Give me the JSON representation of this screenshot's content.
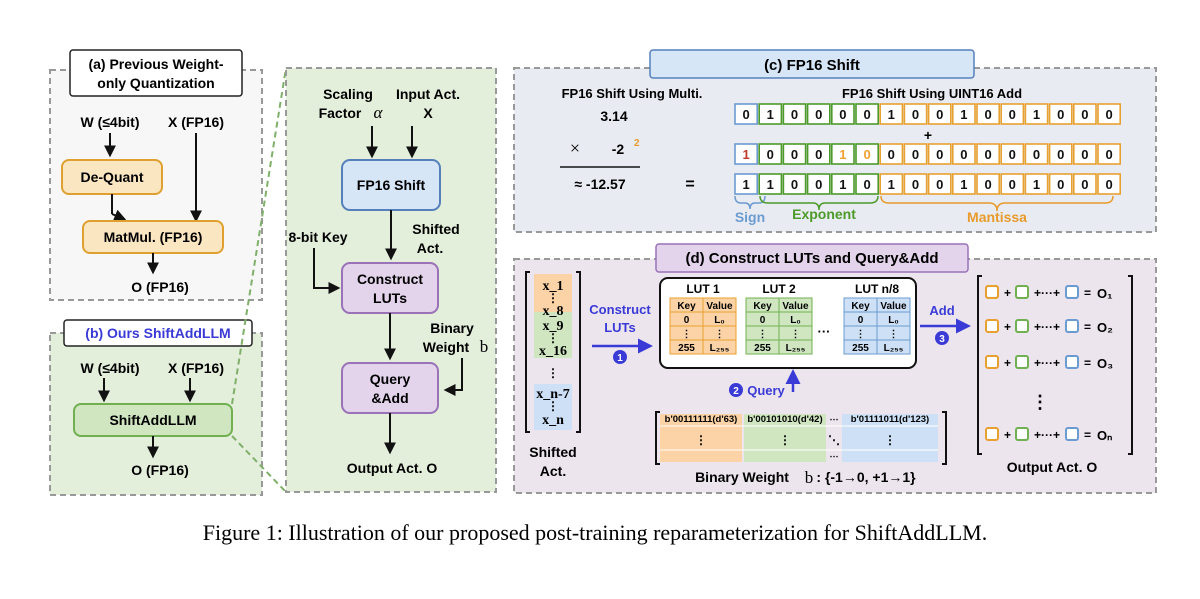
{
  "panel_a": {
    "title_line1": "(a) Previous Weight-",
    "title_line2": "only Quantization",
    "w_label": "W (≤4bit)",
    "x_label": "X (FP16)",
    "dequant": "De-Quant",
    "matmul": "MatMul. (FP16)",
    "output": "O (FP16)"
  },
  "panel_b": {
    "title": "(b) Ours ShiftAddLLM",
    "w_label": "W (≤4bit)",
    "x_label": "X (FP16)",
    "box": "ShiftAddLLM",
    "output": "O (FP16)"
  },
  "detail": {
    "scaling_line1": "Scaling",
    "scaling_line2": "Factor",
    "alpha": "α",
    "input_line1": "Input Act.",
    "input_line2": "X",
    "fp16_shift": "FP16 Shift",
    "key_label": "8-bit Key",
    "shifted_line1": "Shifted",
    "shifted_line2": "Act.",
    "construct_line1": "Construct",
    "construct_line2": "LUTs",
    "binary_line1": "Binary",
    "binary_line2": "Weight",
    "binary_b": "b",
    "query_line1": "Query",
    "query_line2": "&Add",
    "output": "Output Act. O"
  },
  "panel_c": {
    "title": "(c) FP16 Shift",
    "left_title": "FP16 Shift Using Multi.",
    "operand": "3.14",
    "times": "×",
    "multiplier_base": "-2",
    "multiplier_exp": "2",
    "approx": "≈ -12.57",
    "equals": "=",
    "right_title": "FP16 Shift Using UINT16 Add",
    "plus": "+",
    "row1_bits": [
      "0",
      "1",
      "0",
      "0",
      "0",
      "0",
      "1",
      "0",
      "0",
      "1",
      "0",
      "0",
      "1",
      "0",
      "0",
      "0"
    ],
    "row2_bits": [
      "1",
      "0",
      "0",
      "0",
      "1",
      "0",
      "0",
      "0",
      "0",
      "0",
      "0",
      "0",
      "0",
      "0",
      "0",
      "0"
    ],
    "row3_bits": [
      "1",
      "1",
      "0",
      "0",
      "1",
      "0",
      "1",
      "0",
      "0",
      "1",
      "0",
      "0",
      "1",
      "0",
      "0",
      "0"
    ],
    "sign_label": "Sign",
    "exponent_label": "Exponent",
    "mantissa_label": "Mantissa",
    "colors": {
      "sign": "#6b9bd1",
      "exponent": "#4c9a2a",
      "mantissa": "#e89a2c",
      "orange_bit": "#f0a030",
      "red_bit": "#c0392b"
    }
  },
  "panel_d": {
    "title": "(d) Construct LUTs and Query&Add",
    "shifted_entries": [
      "x_1",
      "⋮",
      "x_8",
      "x_9",
      "⋮",
      "x_16",
      "⋮",
      "x_n-7",
      "⋮",
      "x_n"
    ],
    "shifted_line1": "Shifted",
    "shifted_line2": "Act.",
    "step1_line1": "Construct",
    "step1_line2": "LUTs",
    "step1_num": "1",
    "step2_num": "2",
    "step2_label": "Query",
    "step3_label": "Add",
    "step3_num": "3",
    "luts": [
      {
        "title": "LUT 1",
        "color": "orange"
      },
      {
        "title": "LUT 2",
        "color": "green"
      },
      {
        "title": "LUT n/8",
        "color": "blue"
      }
    ],
    "lut_key": "Key",
    "lut_value": "Value",
    "lut_rows": [
      [
        "0",
        "L₀"
      ],
      [
        "⋮",
        "⋮"
      ],
      [
        "255",
        "L₂₅₅"
      ]
    ],
    "lut_dots": "···",
    "weight_codes": [
      "b'00111111(d'63)",
      "b'00101010(d'42)",
      "b'01111011(d'123)"
    ],
    "weight_dots": "⋯",
    "weight_caption": "Binary Weight",
    "weight_b": "b",
    "weight_mapping": ": {-1→0, +1→1}",
    "outputs": [
      "O₁",
      "O₂",
      "O₃",
      "⋮",
      "Oₙ"
    ],
    "sum_terms": "+ □+···+ □ =",
    "output_caption": "Output Act. O"
  },
  "caption": "Figure 1: Illustration of our proposed post-training reparameterization for ShiftAddLLM."
}
